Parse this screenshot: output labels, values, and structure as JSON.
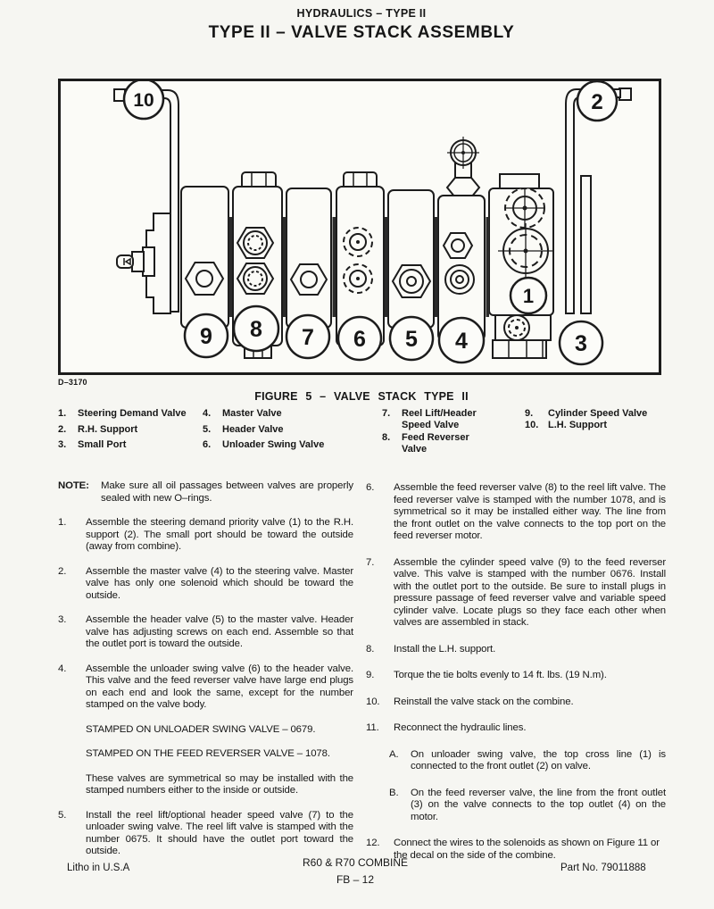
{
  "header": {
    "kicker": "HYDRAULICS – TYPE II",
    "title": "TYPE II – VALVE STACK ASSEMBLY"
  },
  "figure": {
    "photo_code": "D–3170",
    "caption": "FIGURE 5 – VALVE STACK TYPE II",
    "callouts": [
      "1",
      "2",
      "3",
      "4",
      "5",
      "6",
      "7",
      "8",
      "9",
      "10"
    ],
    "legend": [
      {
        "num": "1.",
        "label": "Steering Demand Valve"
      },
      {
        "num": "2.",
        "label": "R.H. Support"
      },
      {
        "num": "3.",
        "label": "Small Port"
      },
      {
        "num": "4.",
        "label": "Master Valve"
      },
      {
        "num": "5.",
        "label": "Header Valve"
      },
      {
        "num": "6.",
        "label": "Unloader Swing Valve"
      },
      {
        "num": "7.",
        "label": "Reel Lift/Header Speed Valve"
      },
      {
        "num": "8.",
        "label": "Feed Reverser Valve"
      },
      {
        "num": "9.",
        "label": "Cylinder Speed Valve"
      },
      {
        "num": "10.",
        "label": "L.H. Support"
      }
    ]
  },
  "instructions": {
    "note_label": "NOTE:",
    "note_text": "Make sure all oil passages between valves are properly sealed with new O–rings.",
    "left": [
      {
        "num": "1.",
        "text": "Assemble the steering demand priority valve (1) to the R.H. support (2). The small port should be toward the outside (away from combine)."
      },
      {
        "num": "2.",
        "text": "Assemble the master valve (4) to the steering valve. Master valve has only one solenoid which should be toward the outside."
      },
      {
        "num": "3.",
        "text": "Assemble the header valve (5) to the master valve. Header valve has adjusting screws on each end. Assemble so that the outlet port is toward the outside."
      },
      {
        "num": "4.",
        "text": "Assemble the unloader swing valve (6) to the header valve. This valve and the feed reverser valve have large end plugs on each end and look the same, except for the number stamped on the valve body."
      },
      {
        "num": "5.",
        "text": "Install the reel lift/optional header speed valve (7) to the unloader swing valve. The reel lift valve is stamped with the number 0675. It should have the outlet port toward the outside."
      }
    ],
    "stamped1": "STAMPED ON UNLOADER SWING VALVE – 0679.",
    "stamped2": "STAMPED ON THE FEED REVERSER VALVE – 1078.",
    "symmetry_note": "These valves are symmetrical so may be installed with the stamped numbers either to the inside or outside.",
    "right": [
      {
        "num": "6.",
        "text": "Assemble the feed reverser valve (8) to the reel lift valve. The feed reverser valve is stamped with the number 1078, and is symmetrical so it may be installed either way. The line from the front outlet on the valve connects to the top port on the feed reverser motor."
      },
      {
        "num": "7.",
        "text": "Assemble the cylinder speed valve (9) to the feed reverser valve. This valve is stamped with the number 0676. Install with the outlet port to the outside. Be sure to install plugs in pressure passage of feed reverser valve and variable speed cylinder valve. Locate plugs so they face each other when valves are assembled in stack."
      },
      {
        "num": "8.",
        "text": "Install the L.H. support."
      },
      {
        "num": "9.",
        "text": "Torque the tie bolts evenly to 14 ft. lbs. (19 N.m)."
      },
      {
        "num": "10.",
        "text": "Reinstall the valve stack on the combine."
      },
      {
        "num": "11.",
        "text": "Reconnect the hydraulic lines."
      }
    ],
    "sub": [
      {
        "num": "A.",
        "text": "On unloader swing valve, the top cross line (1) is connected to the front outlet (2) on valve."
      },
      {
        "num": "B.",
        "text": "On the feed reverser valve, the line from the front outlet (3) on the valve connects to the top outlet (4) on the motor."
      }
    ],
    "last": {
      "num": "12.",
      "text": "Connect the wires to the solenoids as shown on Figure 11 or the decal on the side of the combine."
    }
  },
  "footer": {
    "litho": "Litho in U.S.A",
    "model": "R60 & R70 COMBINE",
    "page": "FB – 12",
    "part": "Part No. 79011888"
  }
}
